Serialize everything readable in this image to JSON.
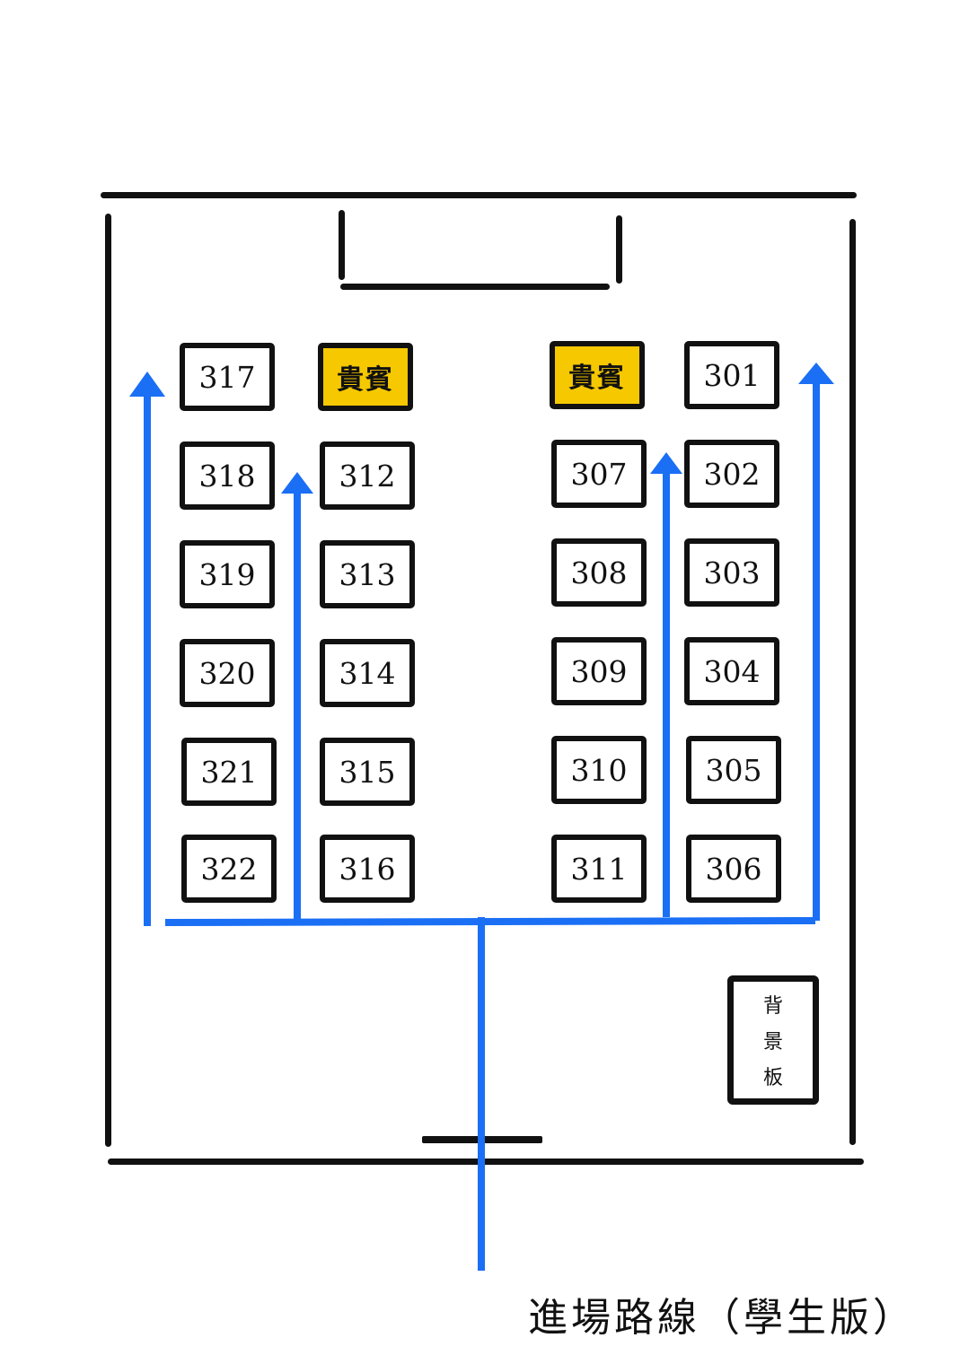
{
  "seats": {
    "s317": "317",
    "vipLeft": "貴賓",
    "vipRight": "貴賓",
    "s301": "301",
    "s318": "318",
    "s312": "312",
    "s307": "307",
    "s302": "302",
    "s319": "319",
    "s313": "313",
    "s308": "308",
    "s303": "303",
    "s320": "320",
    "s314": "314",
    "s309": "309",
    "s304": "304",
    "s321": "321",
    "s315": "315",
    "s310": "310",
    "s305": "305",
    "s322": "322",
    "s316": "316",
    "s311": "311",
    "s306": "306"
  },
  "backdrop": {
    "char1": "背",
    "char2": "景",
    "char3": "板"
  },
  "caption": "進場路線（學生版）",
  "colors": {
    "route": "#1a6ff5",
    "vip": "#f5c800",
    "wall": "#111111"
  }
}
